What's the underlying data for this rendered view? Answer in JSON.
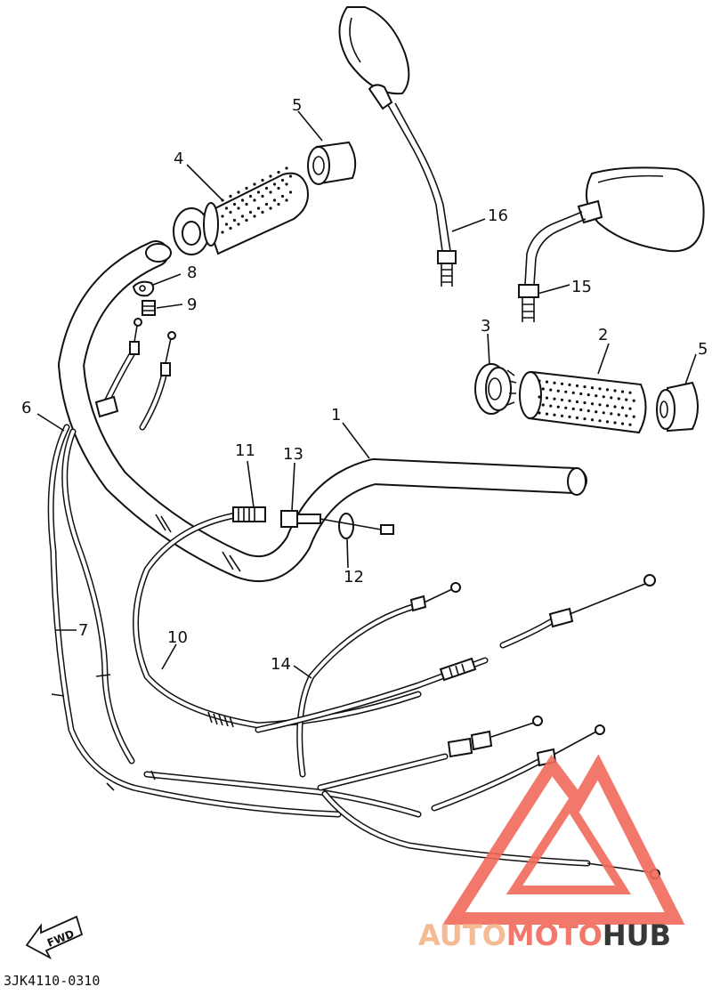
{
  "parts": [
    {
      "no": "1"
    },
    {
      "no": "2"
    },
    {
      "no": "3"
    },
    {
      "no": "4"
    },
    {
      "no": "5"
    },
    {
      "no": "5"
    },
    {
      "no": "6"
    },
    {
      "no": "7"
    },
    {
      "no": "8"
    },
    {
      "no": "9"
    },
    {
      "no": "10"
    },
    {
      "no": "11"
    },
    {
      "no": "12"
    },
    {
      "no": "13"
    },
    {
      "no": "14"
    },
    {
      "no": "15"
    },
    {
      "no": "16"
    }
  ],
  "direction_badge": "FWD",
  "diagram_code": "3JK4110-0310",
  "watermark": {
    "text_auto": "AUTO",
    "text_moto": "MOTO",
    "text_hub": "HUB",
    "color_primary": "#f06a5a",
    "color_secondary": "#f4b48a",
    "color_dark": "#222222"
  }
}
